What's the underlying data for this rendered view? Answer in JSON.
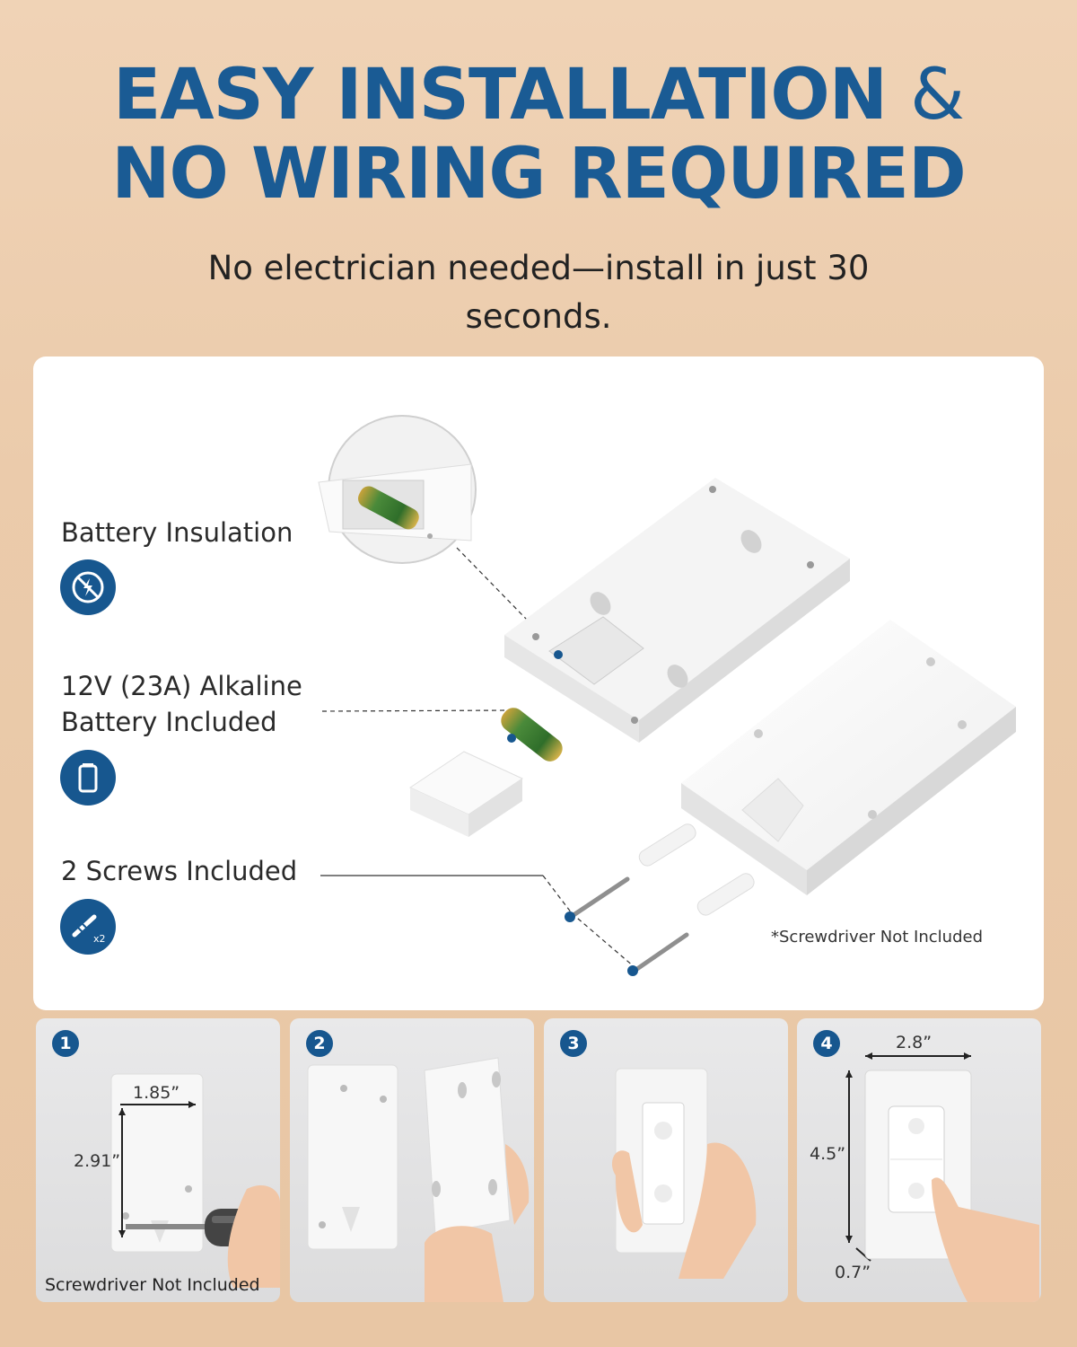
{
  "headline": {
    "line1": "EASY INSTALLATION",
    "amp": "&",
    "line2": "NO WIRING REQUIRED"
  },
  "subheadline": "No electrician needed—install in just 30 seconds.",
  "features": [
    {
      "label": "Battery Insulation",
      "icon": "battery-insulation-icon"
    },
    {
      "label_line1": "12V (23A) Alkaline",
      "label_line2": "Battery Included",
      "icon": "battery-icon"
    },
    {
      "label": "2 Screws Included",
      "icon": "screws-icon",
      "icon_badge": "x2"
    }
  ],
  "note": "*Screwdriver Not Included",
  "steps": [
    {
      "number": "1",
      "dims": {
        "width": "1.85”",
        "height": "2.91”"
      },
      "caption": "Screwdriver Not Included"
    },
    {
      "number": "2"
    },
    {
      "number": "3"
    },
    {
      "number": "4",
      "dims": {
        "width": "2.8”",
        "height": "4.5”",
        "depth": "0.7”"
      }
    }
  ],
  "colors": {
    "brand_blue": "#17578f",
    "headline_blue": "#1a5b94",
    "background_peach": "#ebcbab",
    "card_white": "#ffffff"
  }
}
